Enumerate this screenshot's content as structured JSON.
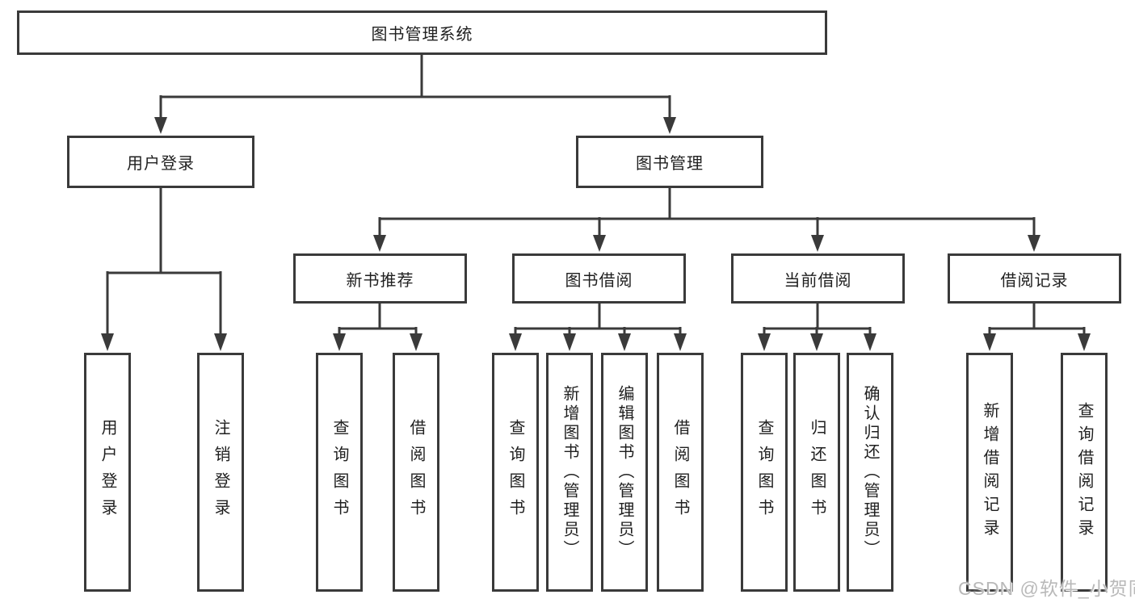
{
  "diagram": {
    "title": "图书管理系统",
    "level2": [
      {
        "label": "用户登录"
      },
      {
        "label": "图书管理"
      }
    ],
    "level3": [
      {
        "label": "新书推荐"
      },
      {
        "label": "图书借阅"
      },
      {
        "label": "当前借阅"
      },
      {
        "label": "借阅记录"
      }
    ],
    "leaves": {
      "user_login": [
        "用户登录",
        "注销登录"
      ],
      "new_book": [
        "查询图书",
        "借阅图书"
      ],
      "book_borrow": [
        "查询图书",
        "新增图书（管理员）",
        "编辑图书（管理员）",
        "借阅图书"
      ],
      "current_borrow": [
        "查询图书",
        "归还图书",
        "确认归还（管理员）"
      ],
      "borrow_record": [
        "新增借阅记录",
        "查询借阅记录"
      ]
    },
    "watermark": "CSDN @软件_小贺同学"
  },
  "colors": {
    "line": "#3a3a3a",
    "text": "#1f1f1f",
    "watermark": "#b9b9b9",
    "background": "#ffffff"
  }
}
